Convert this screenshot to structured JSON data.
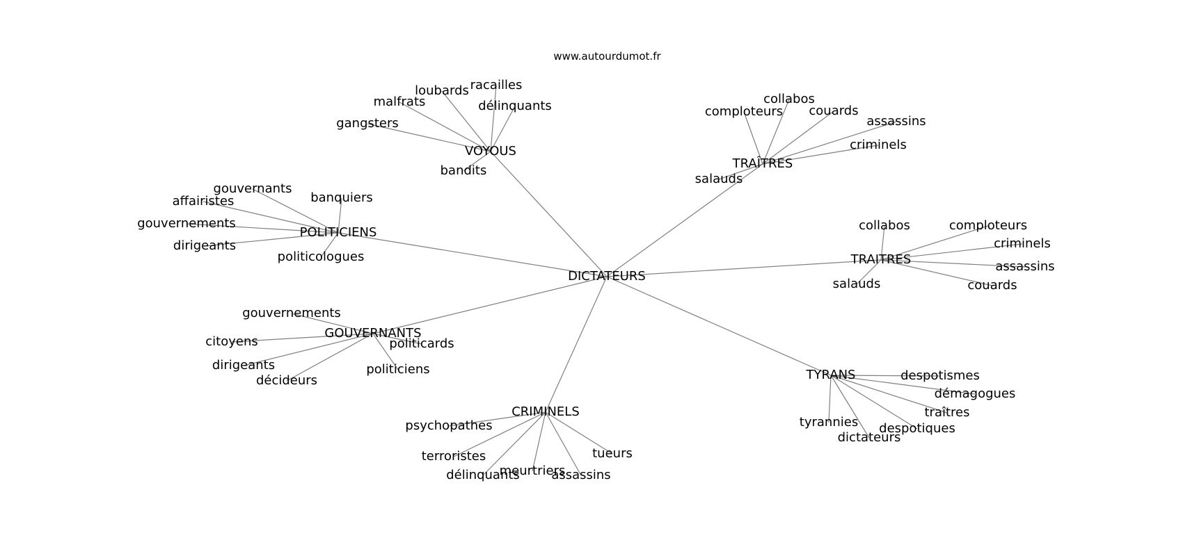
{
  "source": "www.autourdumot.fr",
  "graph": {
    "center": "DICTATEURS",
    "hubs": [
      {
        "label": "VOYOUS",
        "leaves": [
          "racailles",
          "loubards",
          "malfrats",
          "délinquants",
          "gangsters",
          "bandits"
        ]
      },
      {
        "label": "TRAÎTRES",
        "leaves": [
          "collabos",
          "comploteurs",
          "couards",
          "assassins",
          "criminels",
          "salauds"
        ]
      },
      {
        "label": "POLITICIENS",
        "leaves": [
          "gouvernants",
          "affairistes",
          "banquiers",
          "gouvernements",
          "dirigeants",
          "politicologues"
        ]
      },
      {
        "label": "TRAITRES",
        "leaves": [
          "collabos",
          "comploteurs",
          "criminels",
          "assassins",
          "salauds",
          "couards"
        ]
      },
      {
        "label": "GOUVERNANTS",
        "leaves": [
          "gouvernements",
          "citoyens",
          "politicards",
          "dirigeants",
          "décideurs",
          "politiciens"
        ]
      },
      {
        "label": "TYRANS",
        "leaves": [
          "despotismes",
          "démagogues",
          "traîtres",
          "tyrannies",
          "despotiques",
          "dictateurs"
        ]
      },
      {
        "label": "CRIMINELS",
        "leaves": [
          "psychopathes",
          "tueurs",
          "terroristes",
          "meurtriers",
          "délinquants",
          "assassins"
        ]
      }
    ]
  }
}
